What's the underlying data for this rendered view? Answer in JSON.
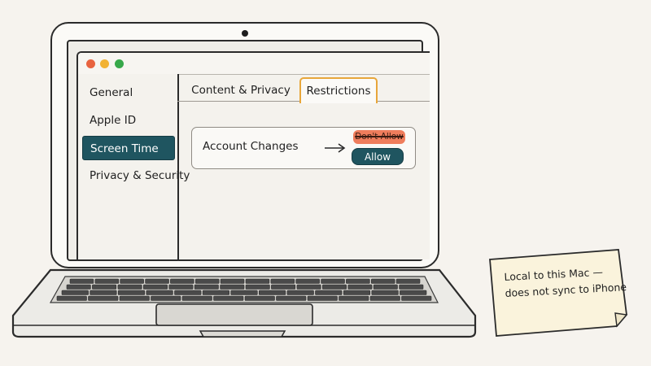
{
  "window": {
    "traffic_lights": {
      "close": "#e8633f",
      "minimize": "#f2b233",
      "zoom": "#37a84a"
    }
  },
  "sidebar": {
    "items": [
      {
        "label": "General",
        "active": false
      },
      {
        "label": "Apple ID",
        "active": false
      },
      {
        "label": "Screen Time",
        "active": true
      },
      {
        "label": "Privacy & Security",
        "active": false
      }
    ],
    "active_color": "#1f5560"
  },
  "tabs": [
    {
      "label": "Content & Privacy",
      "selected": false
    },
    {
      "label": "Restrictions",
      "selected": true
    }
  ],
  "setting": {
    "label": "Account Changes",
    "previous_value": "Don't Allow",
    "new_value": "Allow",
    "arrow_icon": "arrow-right-icon"
  },
  "note": {
    "line1": "Local to this Mac —",
    "line2": "does not sync to iPhone"
  }
}
